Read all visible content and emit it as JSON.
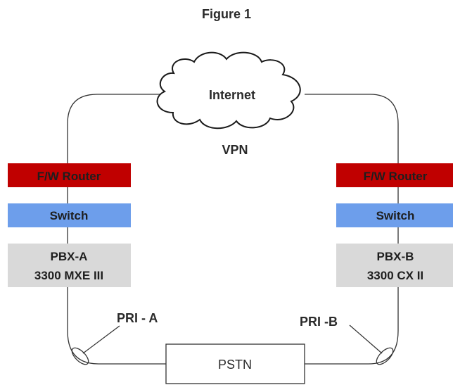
{
  "title": "Figure 1",
  "cloud": {
    "label": "Internet"
  },
  "vpn_label": "VPN",
  "site_a": {
    "router": "F/W Router",
    "switch": "Switch",
    "pbx_line1": "PBX-A",
    "pbx_line2": "3300 MXE III",
    "pri_label": "PRI - A"
  },
  "site_b": {
    "router": "F/W Router",
    "switch": "Switch",
    "pbx_line1": "PBX-B",
    "pbx_line2": "3300 CX II",
    "pri_label": "PRI -B"
  },
  "pstn": {
    "label": "PSTN"
  },
  "colors": {
    "router": "#c00000",
    "switch": "#6d9eeb",
    "pbx": "#d9d9d9",
    "line": "#333333"
  }
}
